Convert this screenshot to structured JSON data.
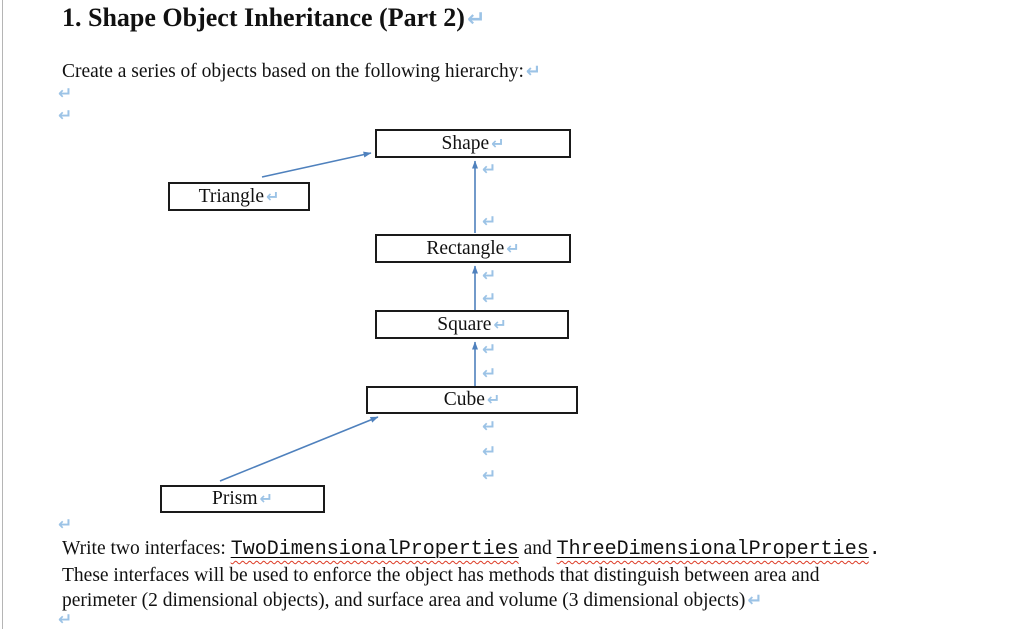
{
  "document": {
    "title": "1. Shape Object Inheritance (Part 2)",
    "intro": "Create a series of objects based on the following hierarchy:",
    "return_mark": "↵"
  },
  "diagram": {
    "boxes": [
      {
        "id": "shape",
        "label": "Shape"
      },
      {
        "id": "triangle",
        "label": "Triangle"
      },
      {
        "id": "rectangle",
        "label": "Rectangle"
      },
      {
        "id": "square",
        "label": "Square"
      },
      {
        "id": "cube",
        "label": "Cube"
      },
      {
        "id": "prism",
        "label": "Prism"
      }
    ],
    "edges": [
      {
        "from": "Triangle",
        "to": "Shape"
      },
      {
        "from": "Rectangle",
        "to": "Shape"
      },
      {
        "from": "Square",
        "to": "Rectangle"
      },
      {
        "from": "Cube",
        "to": "Square"
      },
      {
        "from": "Prism",
        "to": "Cube"
      }
    ]
  },
  "footer": {
    "line1_prefix": "Write two interfaces: ",
    "interface_one": "TwoDimensionalProperties",
    "line1_conjunction": " and ",
    "interface_two": "ThreeDimensionalProperties",
    "line1_period": ".",
    "line2": "These interfaces will be used to enforce the object has methods that distinguish between area and",
    "line3": "perimeter (2 dimensional objects), and surface area and volume (3 dimensional objects)"
  },
  "colors": {
    "arrow": "#4f81bd",
    "formatting_mark": "#9cc3e6",
    "spellcheck_squiggle": "#dd3b26",
    "box_border": "#000000"
  }
}
